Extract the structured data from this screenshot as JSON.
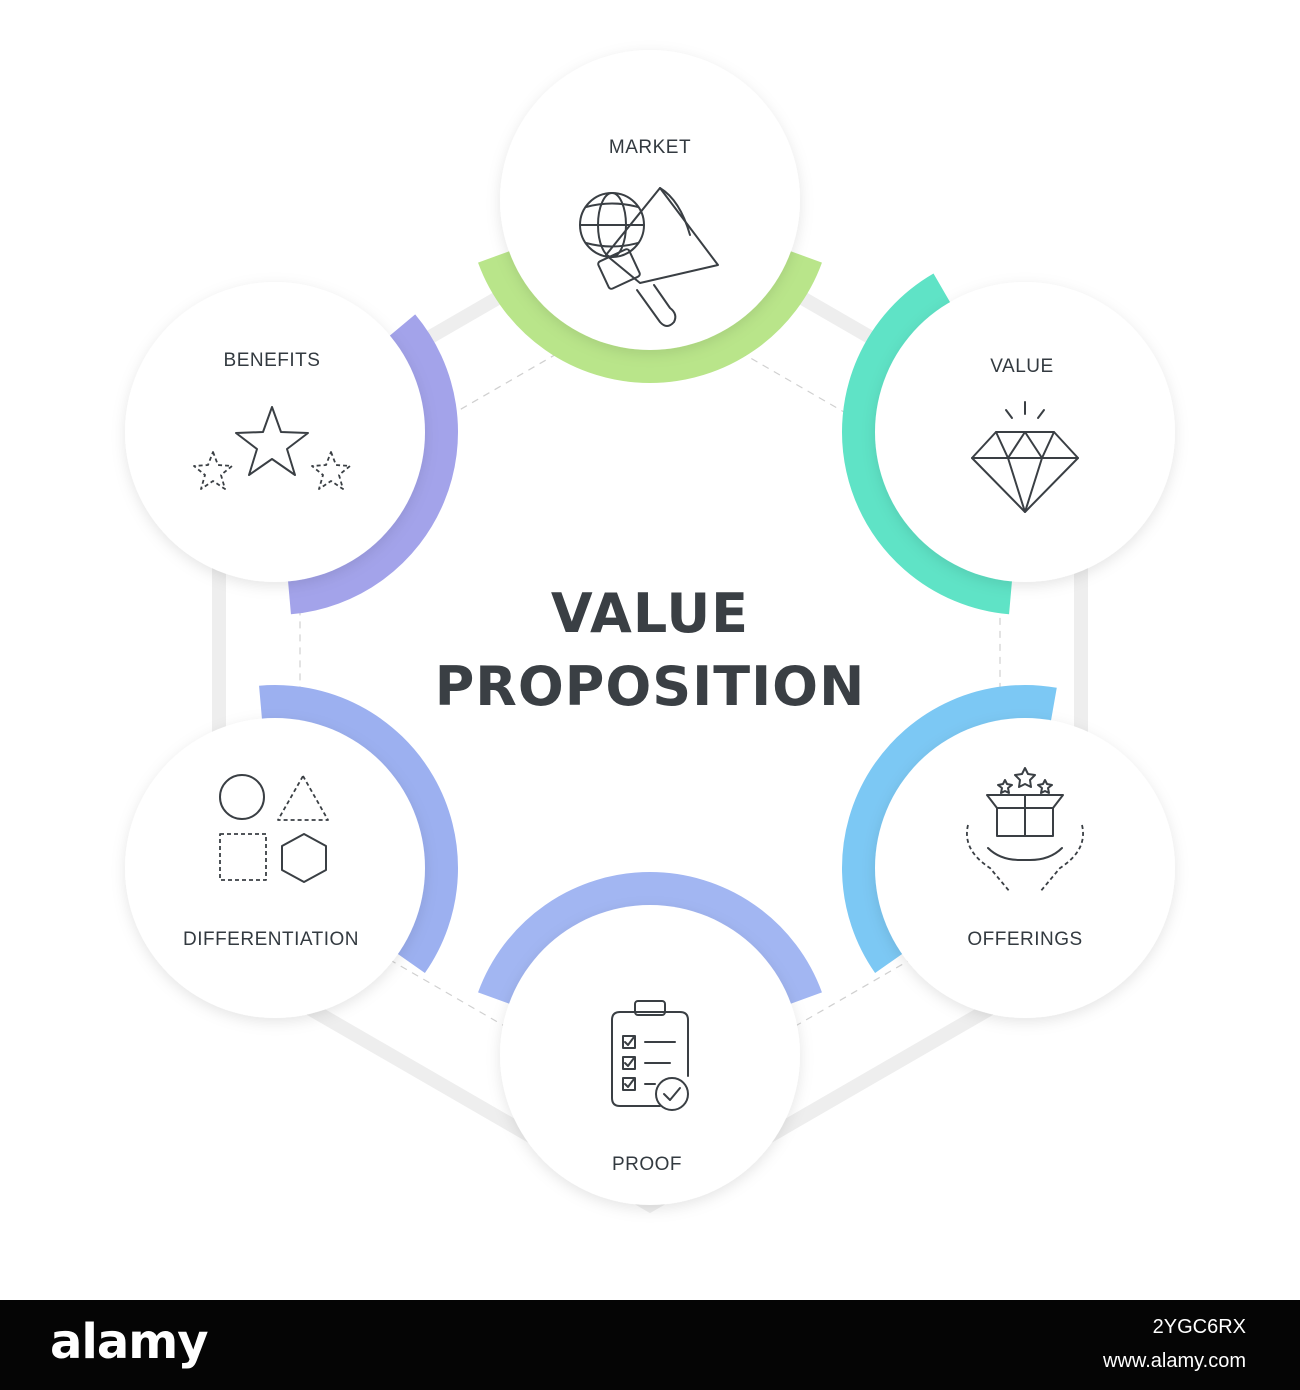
{
  "title": {
    "line1": "VALUE",
    "line2": "PROPOSITION"
  },
  "nodes": [
    {
      "label": "MARKET",
      "color": "#b9e58a",
      "icon": "megaphone-globe-icon"
    },
    {
      "label": "VALUE",
      "color": "#5fe3c6",
      "icon": "diamond-icon"
    },
    {
      "label": "OFFERINGS",
      "color": "#7cc8f4",
      "icon": "gift-box-hands-icon"
    },
    {
      "label": "PROOF",
      "color": "#a2b6f2",
      "icon": "clipboard-checklist-icon"
    },
    {
      "label": "DIFFERENTIATION",
      "color": "#9cb0f0",
      "icon": "shapes-icon"
    },
    {
      "label": "BENEFITS",
      "color": "#a3a3ea",
      "icon": "stars-icon"
    }
  ],
  "watermark": {
    "brand": "alamy",
    "image_code": "2YGC6RX",
    "url": "www.alamy.com"
  }
}
